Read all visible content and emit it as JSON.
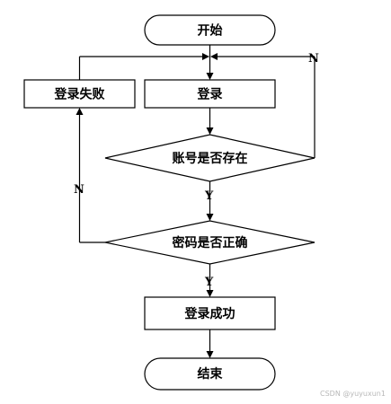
{
  "flowchart": {
    "start": "开始",
    "login": "登录",
    "login_failed": "登录失败",
    "account_exists": "账号是否存在",
    "password_correct": "密码是否正确",
    "login_success": "登录成功",
    "end": "结束",
    "branch_yes": "Y",
    "branch_no": "N"
  },
  "watermark": "CSDN @yuyuxun1",
  "colors": {
    "line": "#000000",
    "fill": "#ffffff",
    "watermark": "#b8b8b8"
  }
}
